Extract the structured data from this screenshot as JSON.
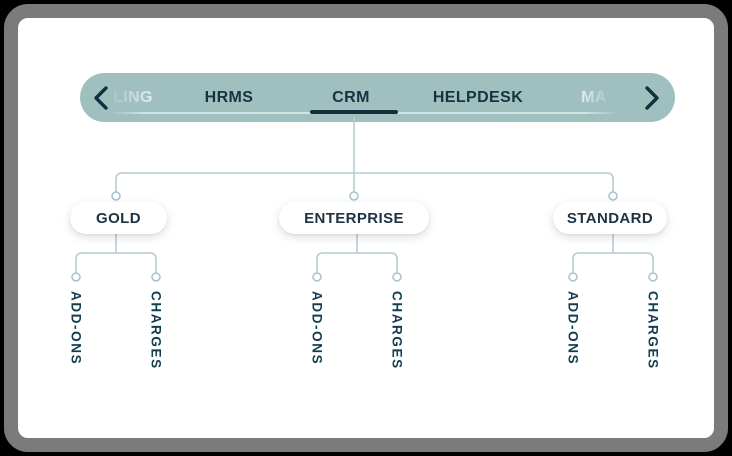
{
  "window": {
    "background": "#000000",
    "card_border_color": "#7b7b7b",
    "card_background": "#ffffff"
  },
  "nav": {
    "background_color": "#a0c0c0",
    "text_color": "#16333f",
    "active_underline_color": "#132f3b",
    "track_color": "rgba(255,255,255,0.55)",
    "prev_button": {
      "icon": "chevron-left"
    },
    "next_button": {
      "icon": "chevron-right"
    },
    "tabs": [
      {
        "label": "LING",
        "state": "clipped-left"
      },
      {
        "label": "HRMS",
        "state": "default"
      },
      {
        "label": "CRM",
        "state": "active"
      },
      {
        "label": "HELPDESK",
        "state": "default"
      },
      {
        "label": "MA",
        "state": "clipped-right"
      }
    ],
    "active_tab": "CRM"
  },
  "tree": {
    "connector_color": "#b7ccd3",
    "connector_dot_color": "#a6c2cb",
    "root_tab": "CRM",
    "nodes": [
      {
        "label": "GOLD",
        "children": [
          {
            "label": "ADD-ONS"
          },
          {
            "label": "CHARGES"
          }
        ]
      },
      {
        "label": "ENTERPRISE",
        "children": [
          {
            "label": "ADD-ONS"
          },
          {
            "label": "CHARGES"
          }
        ]
      },
      {
        "label": "STANDARD",
        "children": [
          {
            "label": "ADD-ONS"
          },
          {
            "label": "CHARGES"
          }
        ]
      }
    ]
  }
}
